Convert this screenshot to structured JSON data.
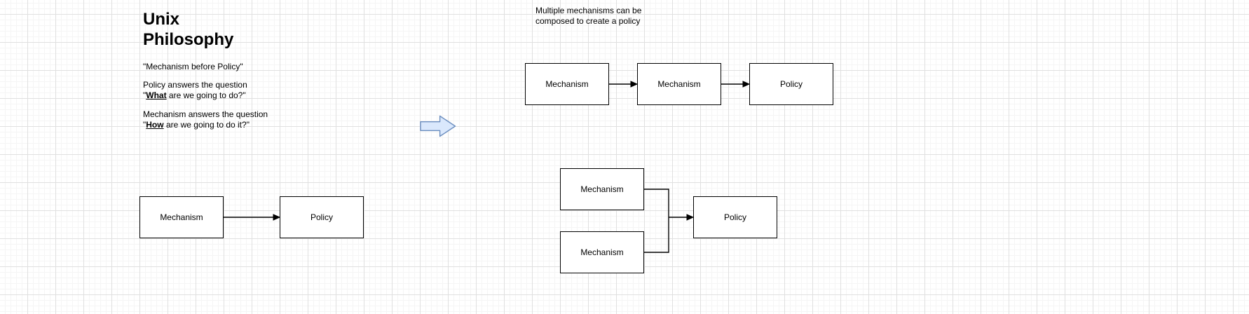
{
  "title": {
    "text": "Unix\nPhilosophy"
  },
  "notes": {
    "motto": "\"Mechanism before Policy\"",
    "policy": {
      "line1": "Policy answers the question",
      "open_quote": "\"",
      "keyword": "What",
      "rest": " are we going to do?\""
    },
    "mechanism": {
      "line1": "Mechanism answers the question",
      "open_quote": "\"",
      "keyword": "How",
      "rest": " are we going to do it?\""
    }
  },
  "caption": {
    "text": "Multiple mechanisms can be\ncomposed to create a policy"
  },
  "flows": {
    "simple": {
      "mechanism": "Mechanism",
      "policy": "Policy"
    },
    "chain": {
      "mechanism_a": "Mechanism",
      "mechanism_b": "Mechanism",
      "policy": "Policy"
    },
    "composed": {
      "mechanism_top": "Mechanism",
      "mechanism_bottom": "Mechanism",
      "policy": "Policy"
    }
  },
  "colors": {
    "arrow_fill": "#dae8fc",
    "arrow_stroke": "#6c8ebf",
    "shape_fill": "#ffffff",
    "shape_stroke": "#000000",
    "connector": "#000000",
    "grid_major": "#e0e0e0",
    "grid_minor": "#f5f5f5",
    "text": "#000000"
  }
}
